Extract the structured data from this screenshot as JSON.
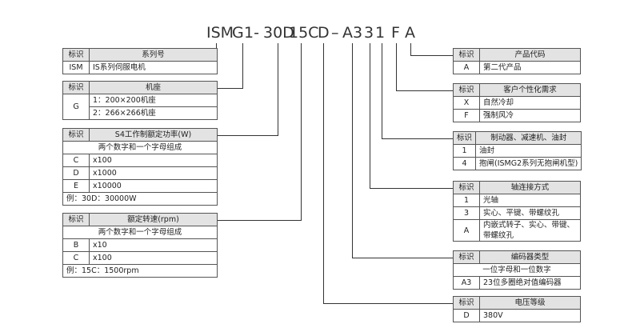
{
  "code": [
    "ISM",
    "G",
    "1-",
    "30D",
    "15C",
    "D",
    "–",
    "A3",
    "3",
    "1",
    "F",
    "A"
  ],
  "col_header": "标识",
  "left_tables": [
    {
      "id": "series",
      "title": "系列号",
      "rows": [
        [
          "ISM",
          "IS系列伺服电机"
        ]
      ]
    },
    {
      "id": "frame",
      "title": "机座",
      "group_key": "G",
      "items": [
        "1：200×200机座",
        "2：266×266机座"
      ]
    },
    {
      "id": "power",
      "title": "S4工作制额定功率(W)",
      "note": "两个数字和一个字母组成",
      "rows": [
        [
          "C",
          "x100"
        ],
        [
          "D",
          "x1000"
        ],
        [
          "E",
          "x10000"
        ]
      ],
      "example": "例：30D：30000W"
    },
    {
      "id": "speed",
      "title": "额定转速(rpm)",
      "note": "两个数字和一个字母组成",
      "rows": [
        [
          "B",
          "x10"
        ],
        [
          "C",
          "x100"
        ]
      ],
      "example": "例：15C：1500rpm"
    }
  ],
  "right_tables": [
    {
      "id": "generation",
      "title": "产品代码",
      "rows": [
        [
          "A",
          "第二代产品"
        ]
      ]
    },
    {
      "id": "custom",
      "title": "客户个性化需求",
      "rows": [
        [
          "X",
          "自然冷却"
        ],
        [
          "F",
          "强制风冷"
        ]
      ]
    },
    {
      "id": "brake",
      "title": "制动器、减速机、油封",
      "rows": [
        [
          "1",
          "油封"
        ],
        [
          "4",
          "抱闸(ISMG2系列无抱闸机型)"
        ]
      ]
    },
    {
      "id": "shaft",
      "title": "轴连接方式",
      "rows": [
        [
          "1",
          "光轴"
        ],
        [
          "3",
          "实心、平键、带螺纹孔"
        ],
        [
          "A",
          "内嵌式转子、实心、带键、带螺纹孔"
        ]
      ]
    },
    {
      "id": "encoder",
      "title": "编码器类型",
      "note": "一位字母和一位数字",
      "rows": [
        [
          "A3",
          "23位多圈绝对值编码器"
        ]
      ]
    },
    {
      "id": "voltage",
      "title": "电压等级",
      "rows": [
        [
          "D",
          "380V"
        ]
      ]
    }
  ]
}
